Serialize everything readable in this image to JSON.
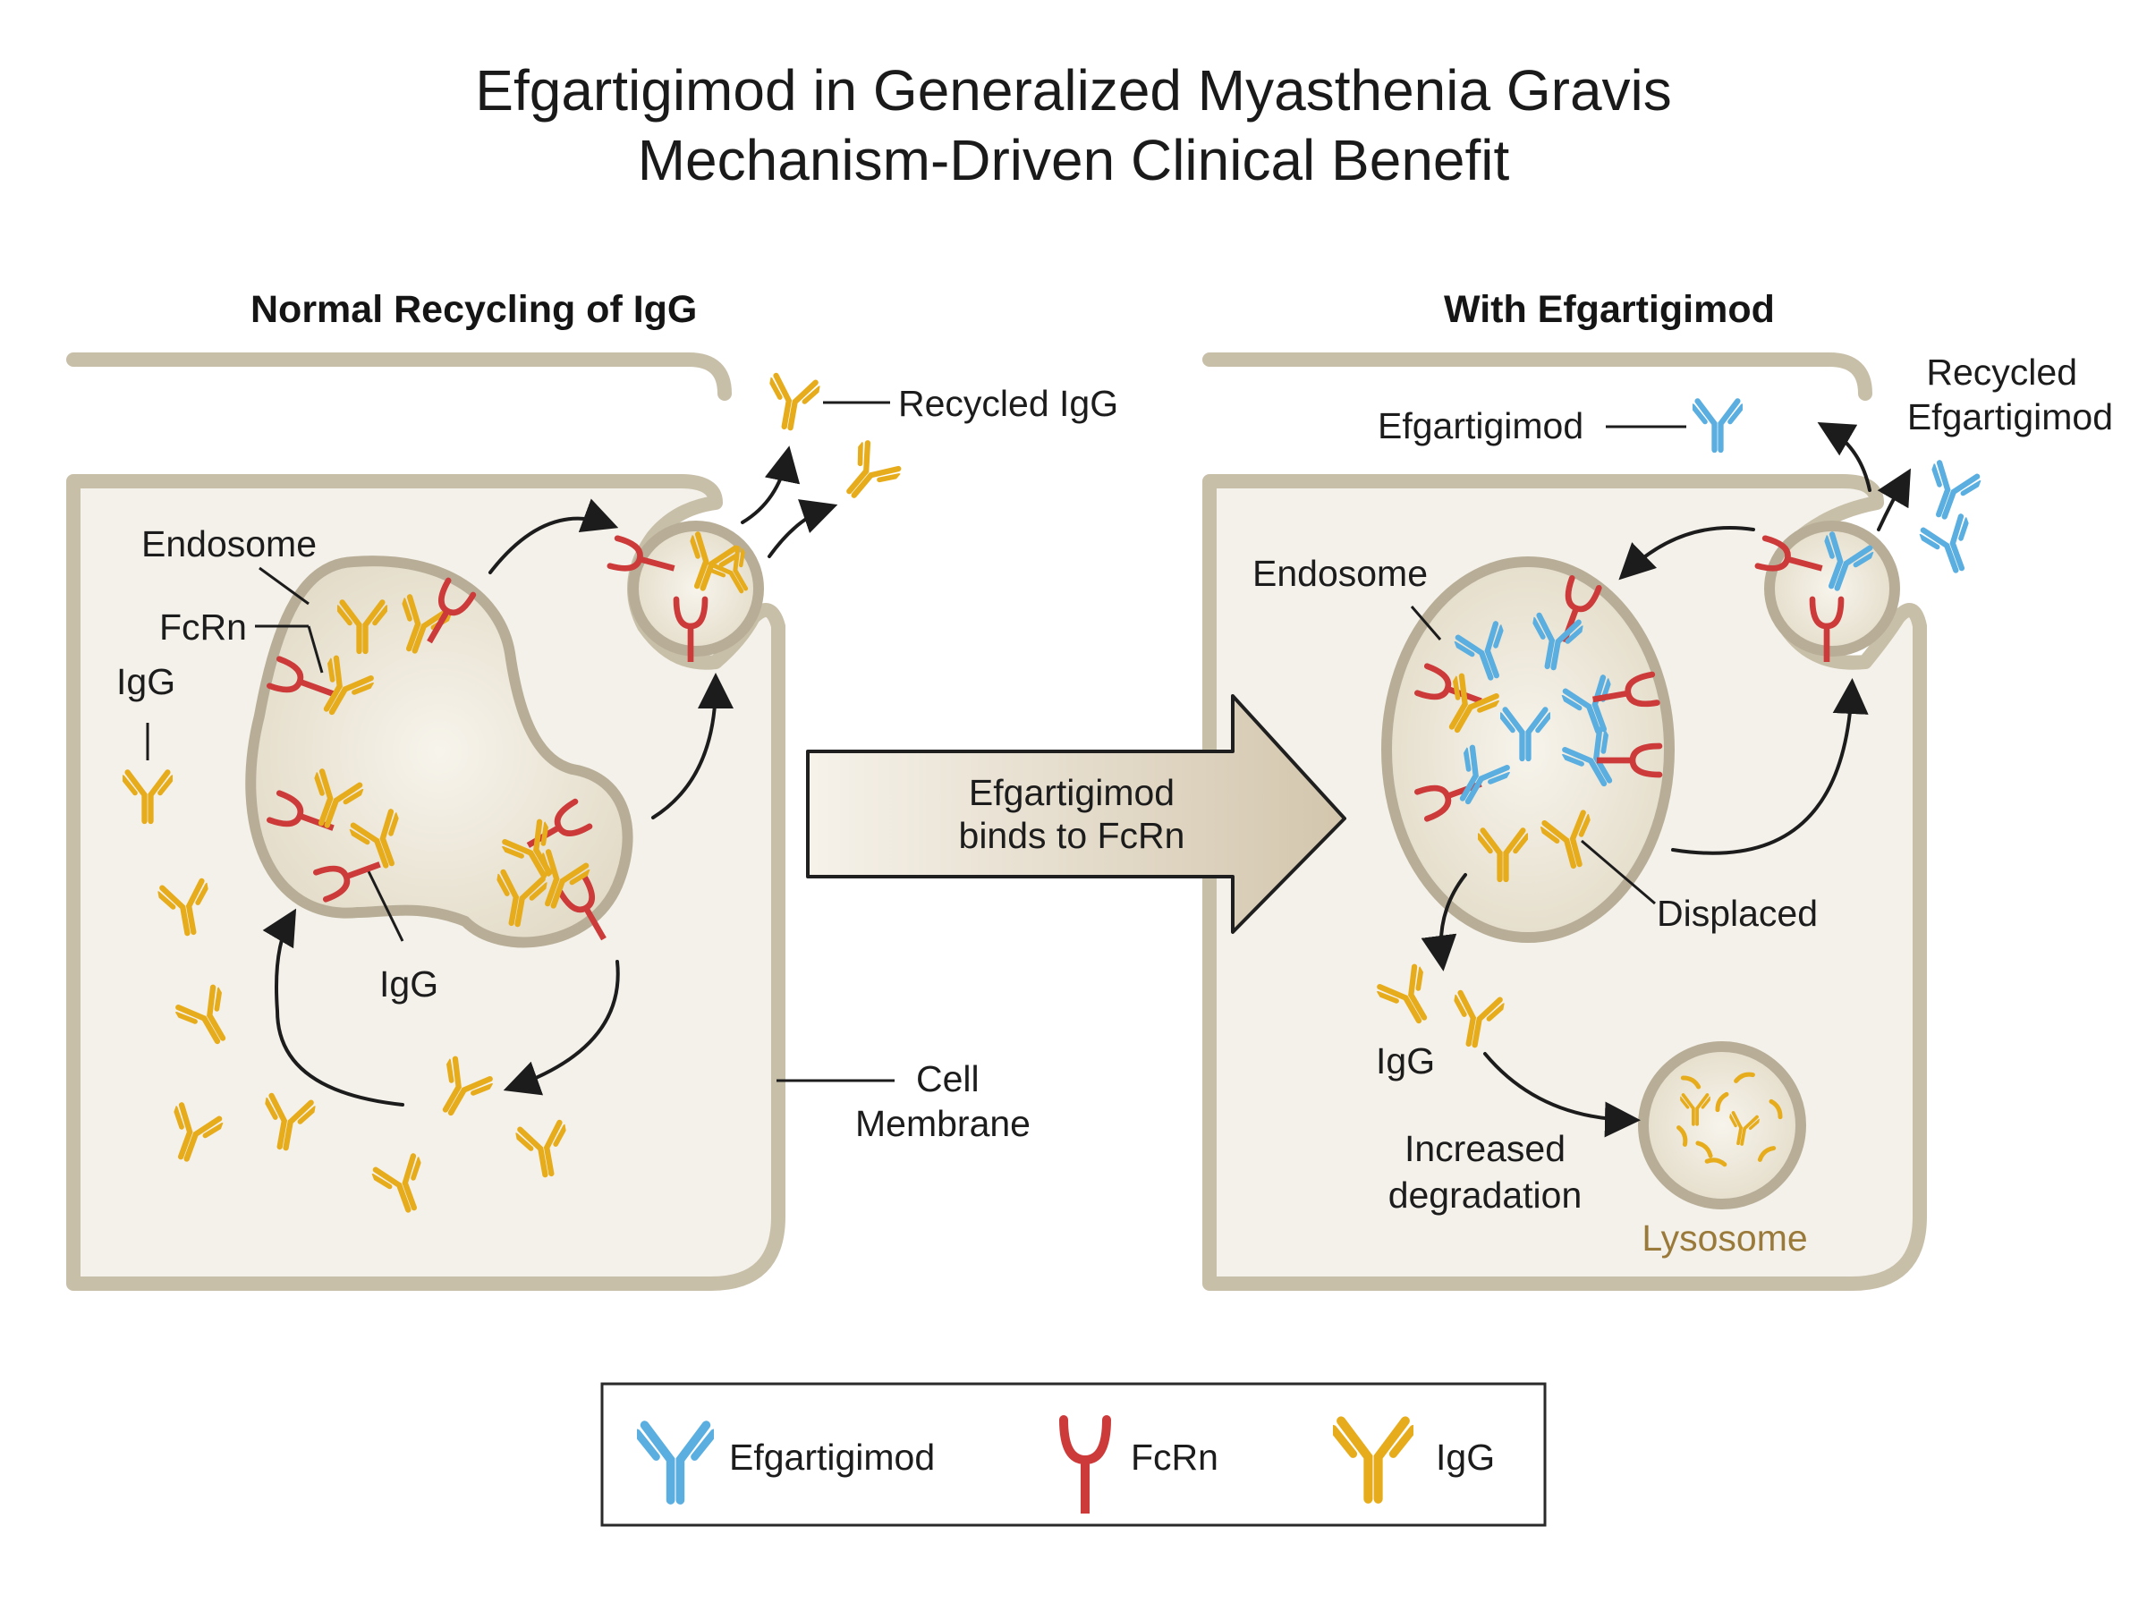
{
  "title": {
    "line1": "Efgartigimod in Generalized Myasthenia Gravis",
    "line2": "Mechanism-Driven Clinical Benefit"
  },
  "left_panel": {
    "title": "Normal Recycling of IgG",
    "labels": {
      "recycled_igg": "Recycled IgG",
      "endosome": "Endosome",
      "fcrn": "FcRn",
      "igg_side": "IgG",
      "igg_center": "IgG",
      "cell_membrane_1": "Cell",
      "cell_membrane_2": "Membrane"
    }
  },
  "arrow_label": {
    "line1": "Efgartigimod",
    "line2": "binds to FcRn"
  },
  "right_panel": {
    "title": "With Efgartigimod",
    "labels": {
      "efgartigimod": "Efgartigimod",
      "recycled_1": "Recycled",
      "recycled_2": "Efgartigimod",
      "endosome": "Endosome",
      "displaced": "Displaced",
      "igg": "IgG",
      "increased_1": "Increased",
      "increased_2": "degradation",
      "lysosome": "Lysosome"
    }
  },
  "legend": {
    "items": [
      {
        "label": "Efgartigimod",
        "icon": "efgartigimod-antibody-icon",
        "color": "#5aaee0"
      },
      {
        "label": "FcRn",
        "icon": "fcrn-receptor-icon",
        "color": "#cc3a3a"
      },
      {
        "label": "IgG",
        "icon": "igg-antibody-icon",
        "color": "#e6ac1c"
      }
    ]
  },
  "colors": {
    "efgartigimod": "#5aaee0",
    "fcrn": "#cc3a3a",
    "igg": "#e6ac1c",
    "cell_fill": "#f4f1ea",
    "endosome_fill": "#e9e3d3",
    "membrane": "#c8bfa9",
    "arrow_fill": "#d8ccb6"
  }
}
